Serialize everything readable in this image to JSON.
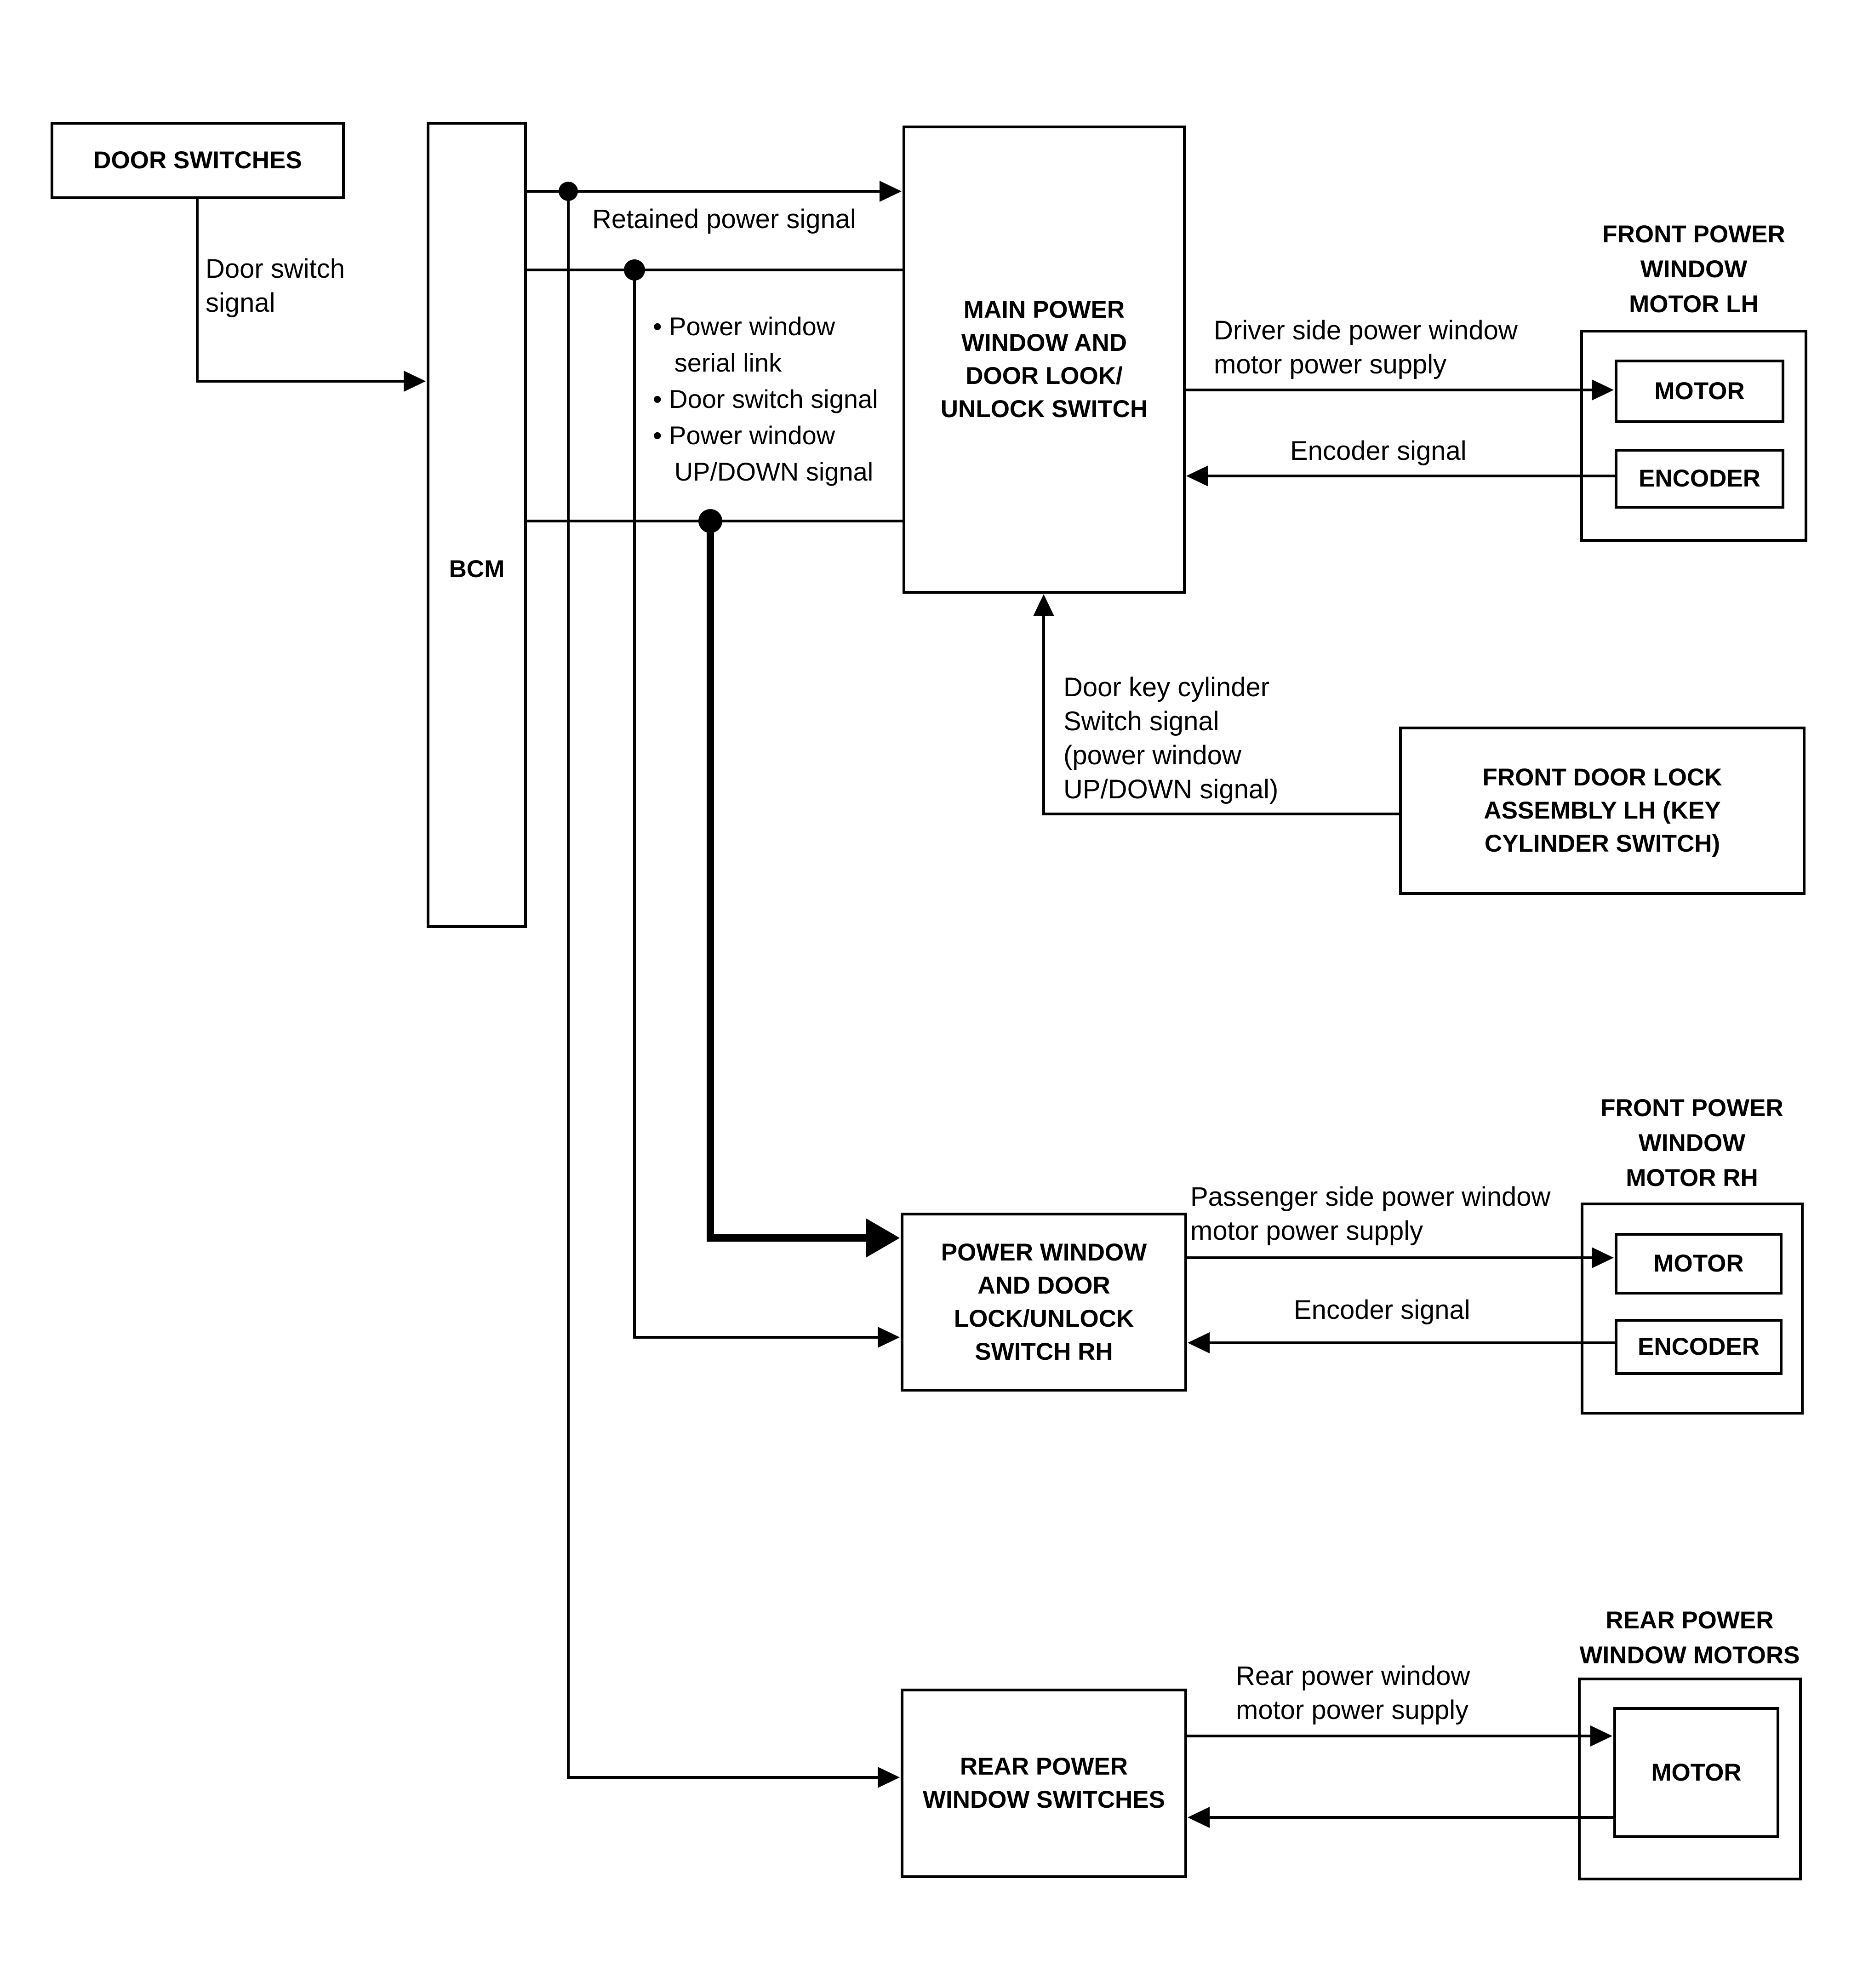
{
  "colors": {
    "background": "#ffffff",
    "ink": "#000000"
  },
  "boxes": {
    "door_switches": {
      "label": "DOOR SWITCHES"
    },
    "bcm": {
      "label": "BCM"
    },
    "main_switch": {
      "label": "MAIN POWER\nWINDOW AND\nDOOR LOOK/\nUNLOCK SWITCH"
    },
    "front_motor_lh": {
      "title": "FRONT POWER\nWINDOW\nMOTOR LH",
      "motor": "MOTOR",
      "encoder": "ENCODER"
    },
    "front_door_lock": {
      "label": "FRONT DOOR LOCK\nASSEMBLY LH (KEY\nCYLINDER SWITCH)"
    },
    "rh_switch": {
      "label": "POWER WINDOW\nAND DOOR\nLOCK/UNLOCK\nSWITCH RH"
    },
    "front_motor_rh": {
      "title": "FRONT POWER\nWINDOW\nMOTOR RH",
      "motor": "MOTOR",
      "encoder": "ENCODER"
    },
    "rear_switches": {
      "label": "REAR POWER\nWINDOW SWITCHES"
    },
    "rear_motors": {
      "title": "REAR POWER\nWINDOW MOTORS",
      "motor": "MOTOR"
    }
  },
  "signal_labels": {
    "door_switch": "Door switch\nsignal",
    "retained_power": "Retained power signal",
    "bcm_bundle": "• Power window\n   serial link\n• Door switch signal\n• Power window\n   UP/DOWN signal",
    "driver_supply": "Driver side power window\nmotor power supply",
    "encoder_lh": "Encoder signal",
    "key_cylinder": "Door key cylinder\nSwitch signal\n(power window\nUP/DOWN signal)",
    "passenger_supply": "Passenger side power window\nmotor power supply",
    "encoder_rh": "Encoder signal",
    "rear_supply": "Rear power window\nmotor power supply"
  }
}
